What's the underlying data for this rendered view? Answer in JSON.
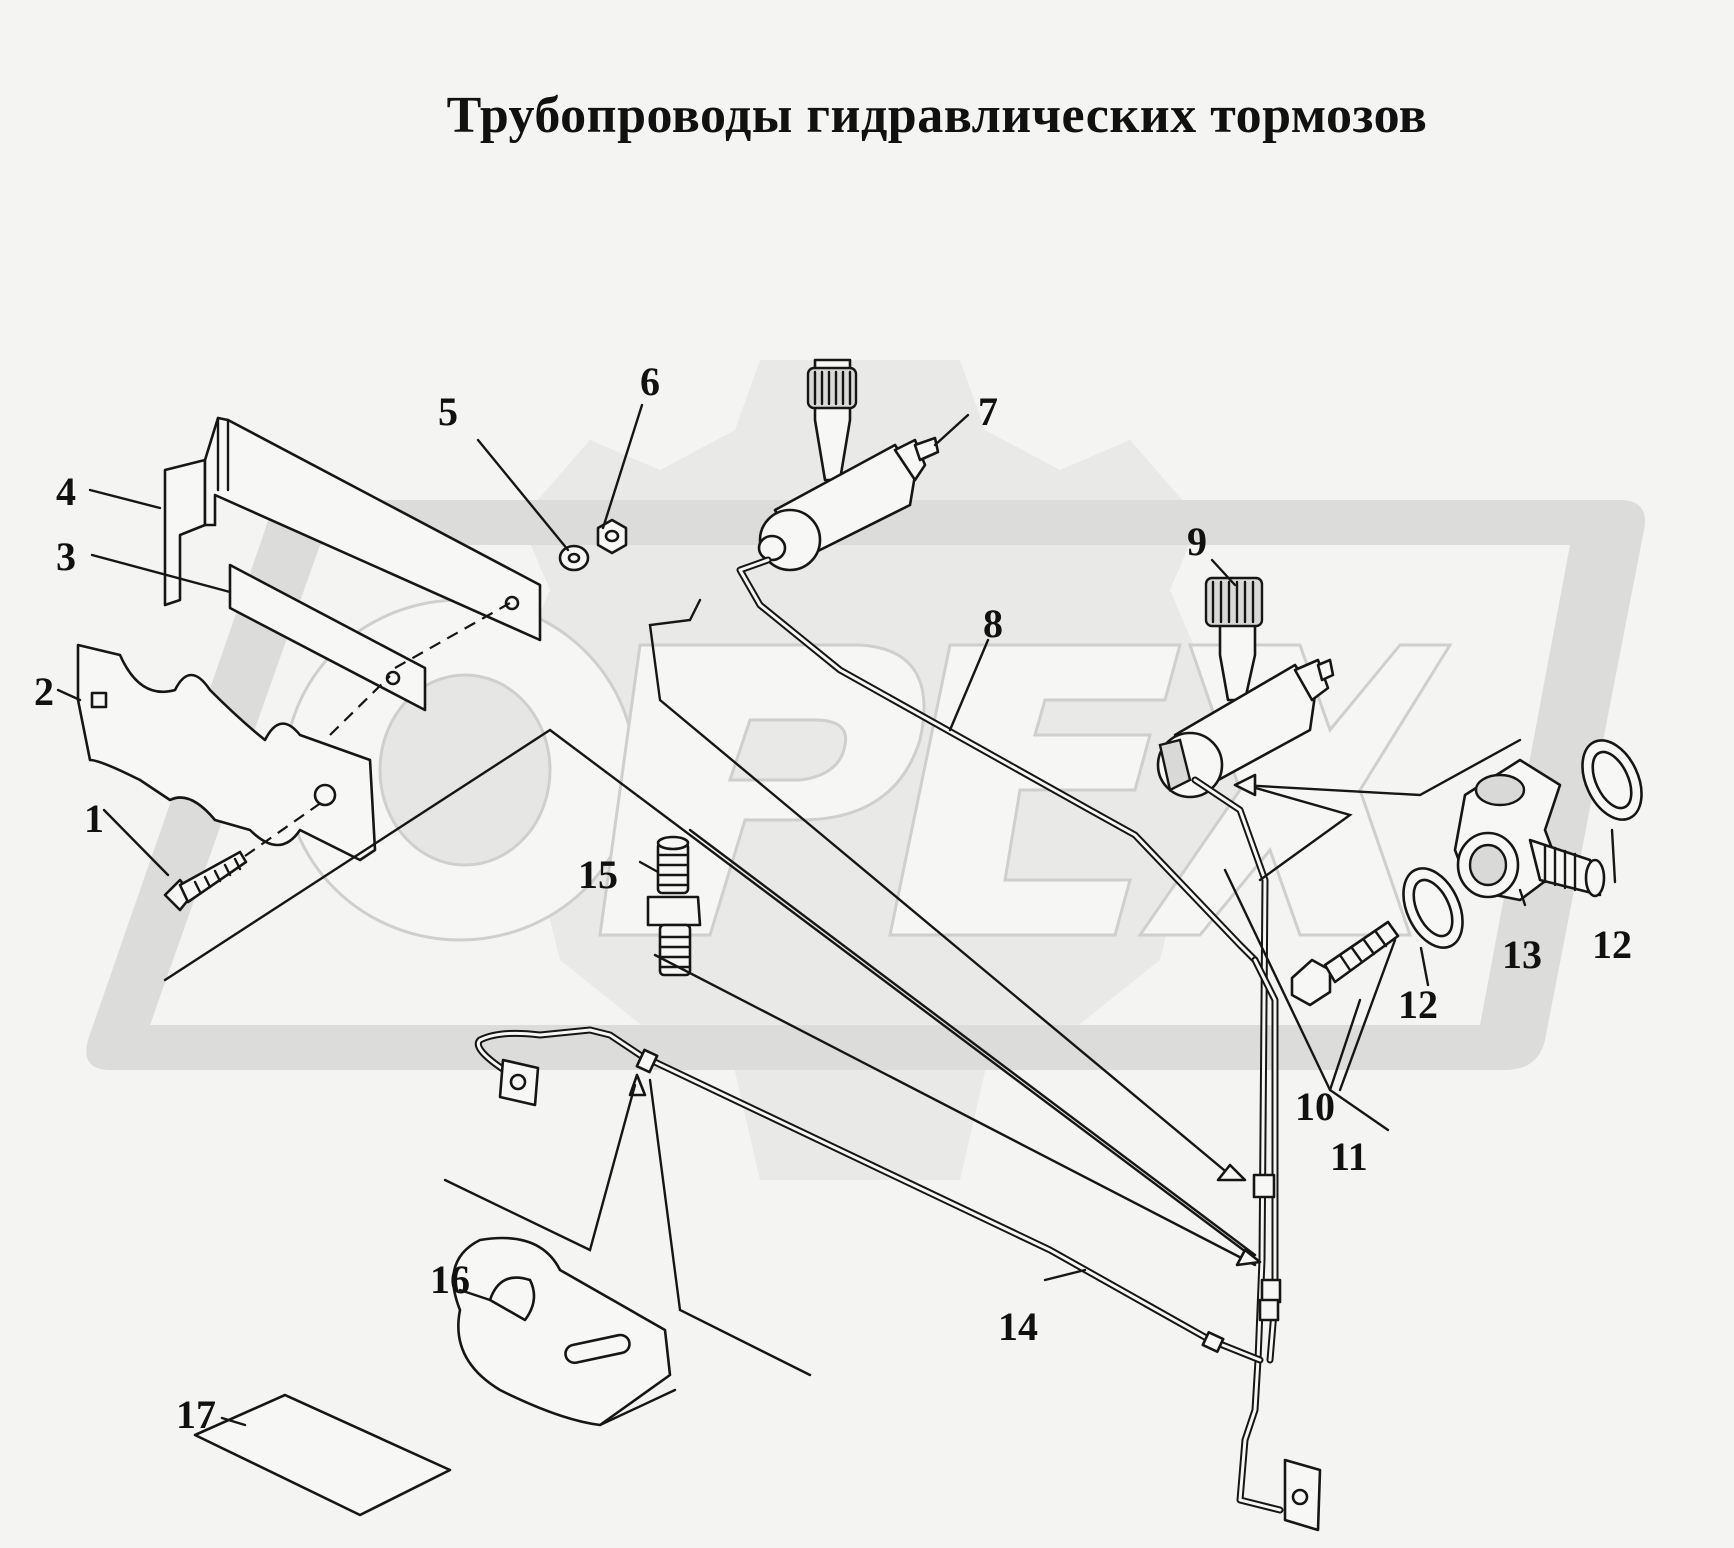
{
  "title": "Трубопроводы гидравлических тормозов",
  "watermark": {
    "text": "OPEX",
    "color": "#dcdcdb"
  },
  "callouts": {
    "c1": "1",
    "c2": "2",
    "c3": "3",
    "c4": "4",
    "c5": "5",
    "c6": "6",
    "c7": "7",
    "c8": "8",
    "c9": "9",
    "c10": "10",
    "c11": "11",
    "c12a": "12",
    "c12b": "12",
    "c13": "13",
    "c14": "14",
    "c15": "15",
    "c16": "16",
    "c17": "17"
  }
}
